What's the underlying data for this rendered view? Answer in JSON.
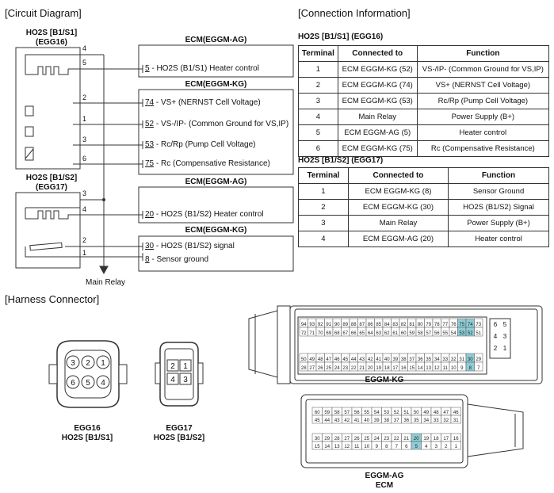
{
  "sections": {
    "circuit": "[Circuit Diagram]",
    "connection": "[Connection Information]",
    "harness": "[Harness Connector]"
  },
  "sensors": {
    "s1_name": "HO2S [B1/S1]",
    "s1_code": "(EGG16)",
    "s2_name": "HO2S [B1/S2]",
    "s2_code": "(EGG17)"
  },
  "ecm": {
    "ag1": "ECM(EGGM-AG)",
    "kg1": "ECM(EGGM-KG)",
    "ag2": "ECM(EGGM-AG)",
    "kg2": "ECM(EGGM-KG)"
  },
  "ecm_pins": [
    {
      "num": "5",
      "text": " - HO2S (B1/S1) Heater control"
    },
    {
      "num": "74",
      "text": " - VS+ (NERNST Cell Voltage)"
    },
    {
      "num": "52",
      "text": " - VS-/IP- (Common Ground for VS,IP)"
    },
    {
      "num": "53",
      "text": " - Rc/Rp (Pump Cell Voltage)"
    },
    {
      "num": "75",
      "text": " - Rc (Compensative Resistance)"
    },
    {
      "num": "20",
      "text": " - HO2S (B1/S2) Heater control"
    },
    {
      "num": "30",
      "text": " - HO2S (B1/S2) signal"
    },
    {
      "num": "8",
      "text": " - Sensor ground"
    }
  ],
  "wire_pins": [
    "4",
    "5",
    "2",
    "1",
    "3",
    "6",
    "3",
    "4",
    "2",
    "1"
  ],
  "main_relay": "Main Relay",
  "table1": {
    "title": "HO2S [B1/S1] (EGG16)",
    "headers": [
      "Terminal",
      "Connected to",
      "Function"
    ],
    "rows": [
      [
        "1",
        "ECM EGGM-KG (52)",
        "VS-/IP- (Common Ground for VS,IP)"
      ],
      [
        "2",
        "ECM EGGM-KG (74)",
        "VS+ (NERNST Cell Voltage)"
      ],
      [
        "3",
        "ECM EGGM-KG (53)",
        "Rc/Rp (Pump Cell Voltage)"
      ],
      [
        "4",
        "Main Relay",
        "Power Supply (B+)"
      ],
      [
        "5",
        "ECM EGGM-AG (5)",
        "Heater control"
      ],
      [
        "6",
        "ECM EGGM-KG (75)",
        "Rc (Compensative Resistance)"
      ]
    ]
  },
  "table2": {
    "title": "HO2S [B1/S2] (EGG17)",
    "headers": [
      "Terminal",
      "Connected to",
      "Function"
    ],
    "rows": [
      [
        "1",
        "ECM EGGM-KG (8)",
        "Sensor Ground"
      ],
      [
        "2",
        "ECM EGGM-KG (30)",
        "HO2S (B1/S2) Signal"
      ],
      [
        "3",
        "Main Relay",
        "Power Supply (B+)"
      ],
      [
        "4",
        "ECM EGGM-AG (20)",
        "Heater control"
      ]
    ]
  },
  "connectors": {
    "egg16_label": "EGG16",
    "egg16_sub": "HO2S [B1/S1]",
    "egg16_pins": [
      "3",
      "2",
      "1",
      "6",
      "5",
      "4"
    ],
    "egg17_label": "EGG17",
    "egg17_sub": "HO2S [B1/S2]",
    "egg17_pins": [
      "2",
      "1",
      "4",
      "3"
    ],
    "kg_label": "EGGM-KG",
    "ag_label1": "EGGM-AG",
    "ag_label2": "ECM",
    "kg_side_pins": [
      "6",
      "5",
      "4",
      "3",
      "2",
      "1"
    ],
    "highlight_color": "#8ecdd6"
  }
}
